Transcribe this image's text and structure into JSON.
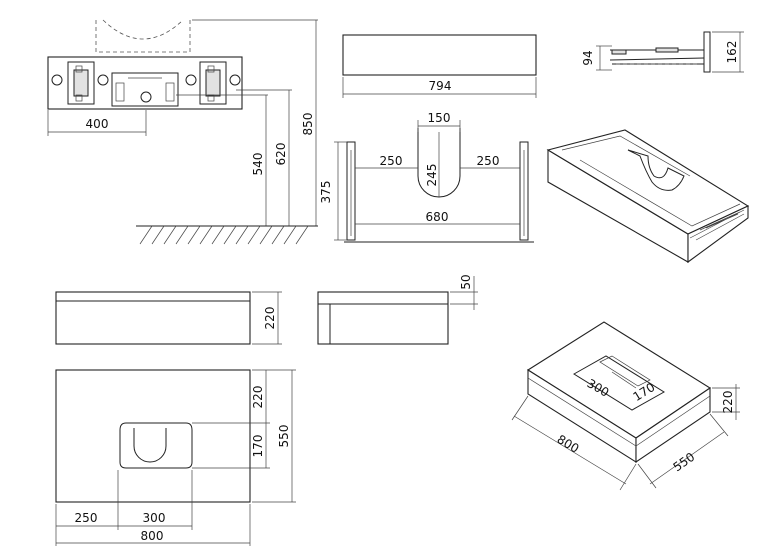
{
  "dimensions": {
    "wall_mount_width": "400",
    "mount_height_540": "540",
    "mount_height_620": "620",
    "total_height": "850",
    "top_view_width": "794",
    "side_height_94": "94",
    "side_height_162": "162",
    "cutout_width": "150",
    "inner_left": "250",
    "inner_right": "250",
    "cutout_depth": "245",
    "drawer_height": "375",
    "inner_width": "680",
    "front_height": "220",
    "side_top": "50",
    "plan_top_offset": "220",
    "plan_cutout_depth": "170",
    "plan_depth": "550",
    "plan_left_offset": "250",
    "plan_cutout_width": "300",
    "plan_width": "800",
    "iso_cutout_width": "300",
    "iso_cutout_depth": "170",
    "iso_height": "220",
    "iso_width": "800",
    "iso_depth": "550"
  }
}
